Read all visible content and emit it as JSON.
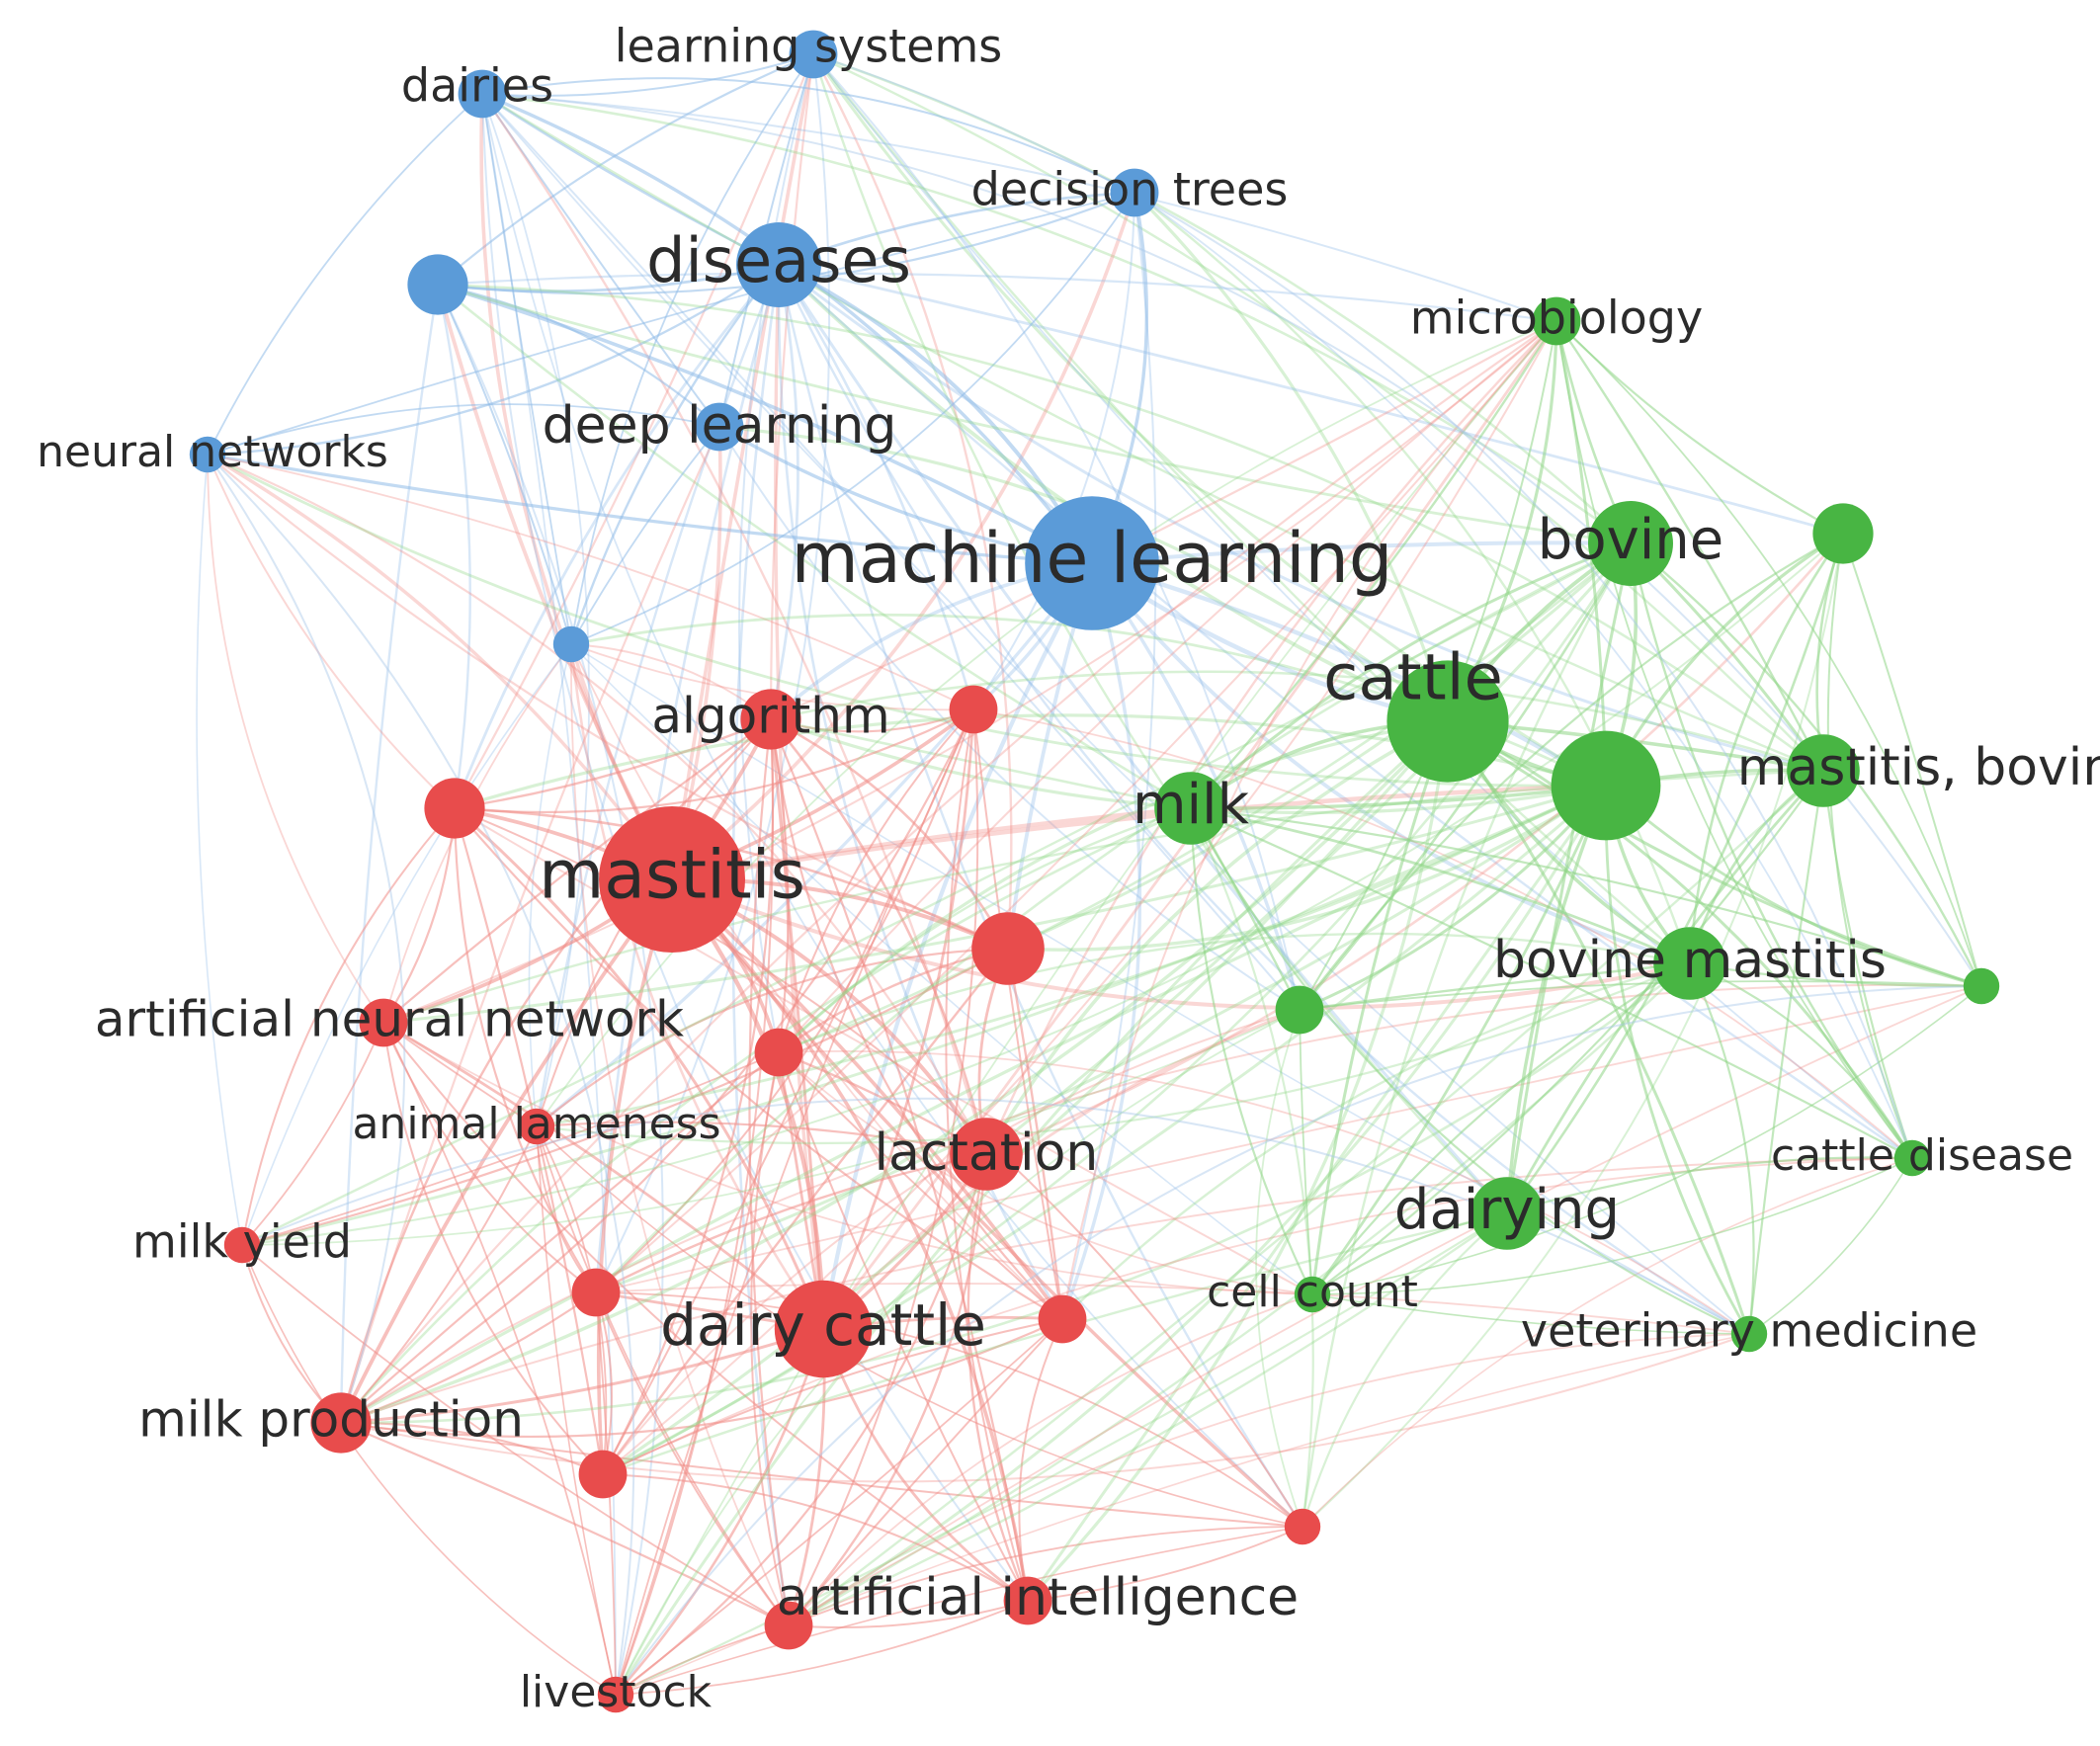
{
  "diagram": {
    "clusters": {
      "blue": {
        "color": "#5b9bd8",
        "edge_color": "#8fbbe8"
      },
      "red": {
        "color": "#e84c4c",
        "edge_color": "#f08c86"
      },
      "green": {
        "color": "#48b543",
        "edge_color": "#8fd686"
      }
    },
    "nodes": [
      {
        "id": "learning-systems",
        "label": "learning systems",
        "cluster": "blue",
        "weight": 2
      },
      {
        "id": "dairies",
        "label": "dairies",
        "cluster": "blue",
        "weight": 2
      },
      {
        "id": "decision-trees",
        "label": "decision trees",
        "cluster": "blue",
        "weight": 2
      },
      {
        "id": "diseases",
        "label": "diseases",
        "cluster": "blue",
        "weight": 5
      },
      {
        "id": "blue-unlabeled-1",
        "label": "",
        "cluster": "blue",
        "weight": 3
      },
      {
        "id": "neural-networks",
        "label": "neural networks",
        "cluster": "blue",
        "weight": 1
      },
      {
        "id": "deep-learning",
        "label": "deep learning",
        "cluster": "blue",
        "weight": 2
      },
      {
        "id": "machine-learning",
        "label": "machine learning",
        "cluster": "blue",
        "weight": 9
      },
      {
        "id": "blue-unlabeled-2",
        "label": "",
        "cluster": "blue",
        "weight": 1
      },
      {
        "id": "algorithm",
        "label": "algorithm",
        "cluster": "red",
        "weight": 3
      },
      {
        "id": "red-unlabeled-1",
        "label": "",
        "cluster": "red",
        "weight": 2
      },
      {
        "id": "red-unlabeled-2",
        "label": "",
        "cluster": "red",
        "weight": 3
      },
      {
        "id": "mastitis",
        "label": "mastitis",
        "cluster": "red",
        "weight": 10
      },
      {
        "id": "red-unlabeled-3",
        "label": "",
        "cluster": "red",
        "weight": 4
      },
      {
        "id": "artificial-neural-network",
        "label": "artificial neural network",
        "cluster": "red",
        "weight": 2
      },
      {
        "id": "red-unlabeled-4",
        "label": "",
        "cluster": "red",
        "weight": 2
      },
      {
        "id": "animal-lameness",
        "label": "animal lameness",
        "cluster": "red",
        "weight": 1
      },
      {
        "id": "lactation",
        "label": "lactation",
        "cluster": "red",
        "weight": 4
      },
      {
        "id": "milk-yield",
        "label": "milk yield",
        "cluster": "red",
        "weight": 1
      },
      {
        "id": "red-unlabeled-5",
        "label": "",
        "cluster": "red",
        "weight": 2
      },
      {
        "id": "dairy-cattle",
        "label": "dairy cattle",
        "cluster": "red",
        "weight": 6
      },
      {
        "id": "red-unlabeled-6",
        "label": "",
        "cluster": "red",
        "weight": 2
      },
      {
        "id": "milk-production",
        "label": "milk production",
        "cluster": "red",
        "weight": 3
      },
      {
        "id": "red-unlabeled-7",
        "label": "",
        "cluster": "red",
        "weight": 2
      },
      {
        "id": "red-unlabeled-8",
        "label": "",
        "cluster": "red",
        "weight": 1
      },
      {
        "id": "artificial-intelligence",
        "label": "artificial intelligence",
        "cluster": "red",
        "weight": 2
      },
      {
        "id": "red-unlabeled-9",
        "label": "",
        "cluster": "red",
        "weight": 2
      },
      {
        "id": "livestock",
        "label": "livestock",
        "cluster": "red",
        "weight": 1
      },
      {
        "id": "microbiology",
        "label": "microbiology",
        "cluster": "green",
        "weight": 2
      },
      {
        "id": "green-unlabeled-1",
        "label": "",
        "cluster": "green",
        "weight": 3
      },
      {
        "id": "bovine",
        "label": "bovine",
        "cluster": "green",
        "weight": 5
      },
      {
        "id": "cattle",
        "label": "cattle",
        "cluster": "green",
        "weight": 8
      },
      {
        "id": "mastitis-bovine-hub",
        "label": "",
        "cluster": "green",
        "weight": 7
      },
      {
        "id": "mastitis-bovine",
        "label": "mastitis, bovine",
        "cluster": "green",
        "weight": 4
      },
      {
        "id": "milk",
        "label": "milk",
        "cluster": "green",
        "weight": 4
      },
      {
        "id": "bovine-mastitis",
        "label": "bovine mastitis",
        "cluster": "green",
        "weight": 4
      },
      {
        "id": "green-unlabeled-2",
        "label": "",
        "cluster": "green",
        "weight": 1
      },
      {
        "id": "green-unlabeled-3",
        "label": "",
        "cluster": "green",
        "weight": 2
      },
      {
        "id": "cattle-disease",
        "label": "cattle disease",
        "cluster": "green",
        "weight": 1
      },
      {
        "id": "dairying",
        "label": "dairying",
        "cluster": "green",
        "weight": 4
      },
      {
        "id": "cell-count",
        "label": "cell count",
        "cluster": "green",
        "weight": 1
      },
      {
        "id": "veterinary-medicine",
        "label": "veterinary medicine",
        "cluster": "green",
        "weight": 1
      }
    ]
  }
}
